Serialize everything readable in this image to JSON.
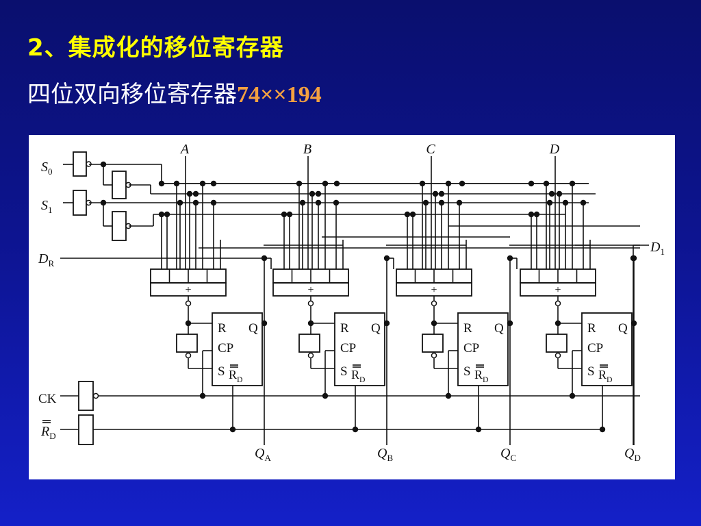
{
  "slide": {
    "title": "2、集成化的移位寄存器",
    "subtitle_text": "四位双向移位寄存器",
    "subtitle_model": "74××194"
  },
  "diagram": {
    "inputs": [
      "A",
      "B",
      "C",
      "D"
    ],
    "outputs": [
      "Q",
      "Q",
      "Q",
      "Q"
    ],
    "output_subscripts": [
      "A",
      "B",
      "C",
      "D"
    ],
    "left_labels": {
      "s0": "S",
      "s0_sub": "0",
      "s1": "S",
      "s1_sub": "1",
      "dr": "D",
      "dr_sub": "R",
      "ck": "CK",
      "rd": "R",
      "rd_sub": "D"
    },
    "right_label": "D",
    "right_label_sub": "1",
    "ff_labels": {
      "r": "R",
      "q": "Q",
      "cp": "CP",
      "s": "S",
      "rd": "R",
      "rd_sub": "D"
    },
    "or_symbol": "+"
  }
}
